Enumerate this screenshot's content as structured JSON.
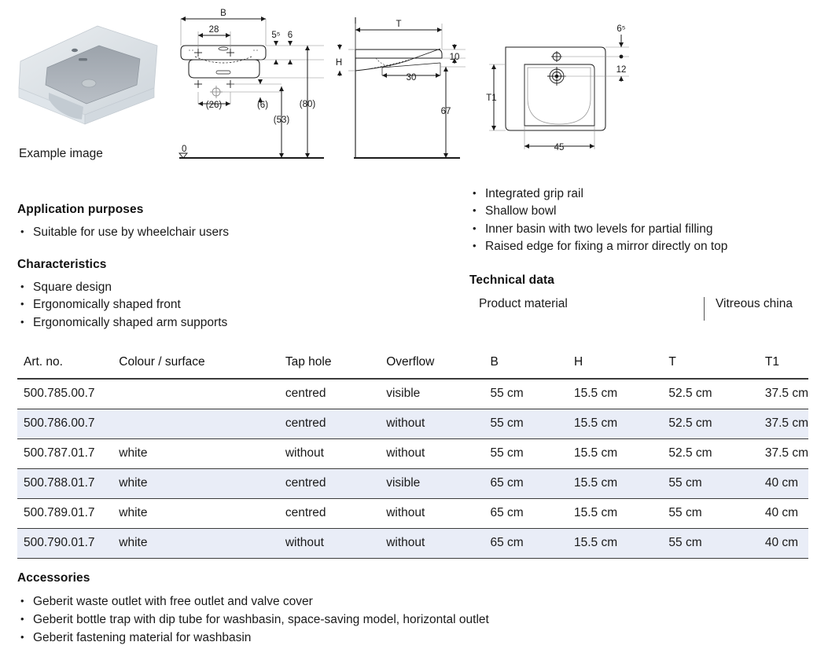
{
  "example_image": {
    "caption": "Example image",
    "alt": "washbasin-product-photo"
  },
  "drawings": {
    "front_view": {
      "name": "front-elevation",
      "labels": [
        "B",
        "28",
        "5⁵",
        "6",
        "(26)",
        "(6)",
        "(53)",
        "(80)",
        "0"
      ]
    },
    "side_view": {
      "name": "side-section",
      "labels": [
        "T",
        "H",
        "10",
        "30",
        "67"
      ]
    },
    "top_view": {
      "name": "top-plan",
      "labels": [
        "6⁵",
        "12",
        "T1",
        "45"
      ]
    }
  },
  "application": {
    "heading": "Application purposes",
    "items": [
      "Suitable for use by wheelchair users"
    ]
  },
  "characteristics": {
    "heading": "Characteristics",
    "items": [
      "Square design",
      "Ergonomically shaped front",
      "Ergonomically shaped arm supports"
    ]
  },
  "features": {
    "items": [
      "Integrated grip rail",
      "Shallow bowl",
      "Inner basin with two levels for partial filling",
      "Raised edge for fixing a mirror directly on top"
    ]
  },
  "technical_data": {
    "heading": "Technical data",
    "rows": [
      {
        "key": "Product material",
        "value": "Vitreous china"
      }
    ]
  },
  "spec_table": {
    "columns": [
      "Art. no.",
      "Colour / surface",
      "Tap hole",
      "Overflow",
      "B",
      "H",
      "T",
      "T1"
    ],
    "rows": [
      {
        "art_no": "500.785.00.7",
        "colour": "",
        "tap_hole": "centred",
        "overflow": "visible",
        "b": "55 cm",
        "h": "15.5 cm",
        "t": "52.5 cm",
        "t1": "37.5 cm"
      },
      {
        "art_no": "500.786.00.7",
        "colour": "",
        "tap_hole": "centred",
        "overflow": "without",
        "b": "55 cm",
        "h": "15.5 cm",
        "t": "52.5 cm",
        "t1": "37.5 cm"
      },
      {
        "art_no": "500.787.01.7",
        "colour": "white",
        "tap_hole": "without",
        "overflow": "without",
        "b": "55 cm",
        "h": "15.5 cm",
        "t": "52.5 cm",
        "t1": "37.5 cm"
      },
      {
        "art_no": "500.788.01.7",
        "colour": "white",
        "tap_hole": "centred",
        "overflow": "visible",
        "b": "65 cm",
        "h": "15.5 cm",
        "t": "55 cm",
        "t1": "40 cm"
      },
      {
        "art_no": "500.789.01.7",
        "colour": "white",
        "tap_hole": "centred",
        "overflow": "without",
        "b": "65 cm",
        "h": "15.5 cm",
        "t": "55 cm",
        "t1": "40 cm"
      },
      {
        "art_no": "500.790.01.7",
        "colour": "white",
        "tap_hole": "without",
        "overflow": "without",
        "b": "65 cm",
        "h": "15.5 cm",
        "t": "55 cm",
        "t1": "40 cm"
      }
    ],
    "alt_row_color": "#e9edf7"
  },
  "accessories": {
    "heading": "Accessories",
    "items": [
      "Geberit waste outlet with free outlet and valve cover",
      "Geberit bottle trap with dip tube for washbasin, space-saving model, horizontal outlet",
      "Geberit fastening material for washbasin"
    ]
  }
}
